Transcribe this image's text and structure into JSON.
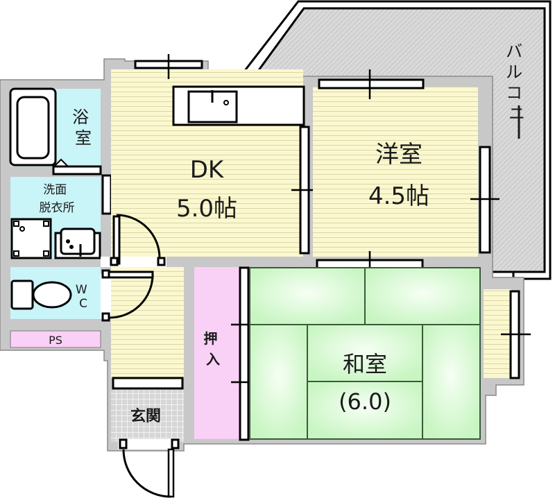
{
  "colors": {
    "wall": "#c8c8c8",
    "wall_edge": "#8a8a8a",
    "flooring": "#fbf8cf",
    "flooring_lines": "#d9d6a8",
    "wet_area": "#c9f4f8",
    "tatami": "#cdf7c8",
    "tatami_highlight": "#f6fff4",
    "storage": "#f9d0f6",
    "balcony": "#d6d6d6",
    "entrance_tile": "#d9d9d9",
    "line": "#000000"
  },
  "rooms": {
    "bath": {
      "label_1": "浴",
      "label_2": "室"
    },
    "washroom": {
      "label_1": "洗面",
      "label_2": "脱衣所"
    },
    "wc": {
      "label_1": "W",
      "label_2": "C"
    },
    "ps": {
      "label": "PS"
    },
    "dk": {
      "label": "DK",
      "size": "5.0帖"
    },
    "western": {
      "label": "洋室",
      "size": "4.5帖"
    },
    "japanese": {
      "label": "和室",
      "size": "(6.0)"
    },
    "closet": {
      "label_1": "押",
      "label_2": "入"
    },
    "entrance": {
      "label": "玄関"
    },
    "balcony": {
      "label_1": "バ",
      "label_2": "ル",
      "label_3": "コ",
      "label_4": "ニ",
      "label_5": "ー"
    }
  }
}
